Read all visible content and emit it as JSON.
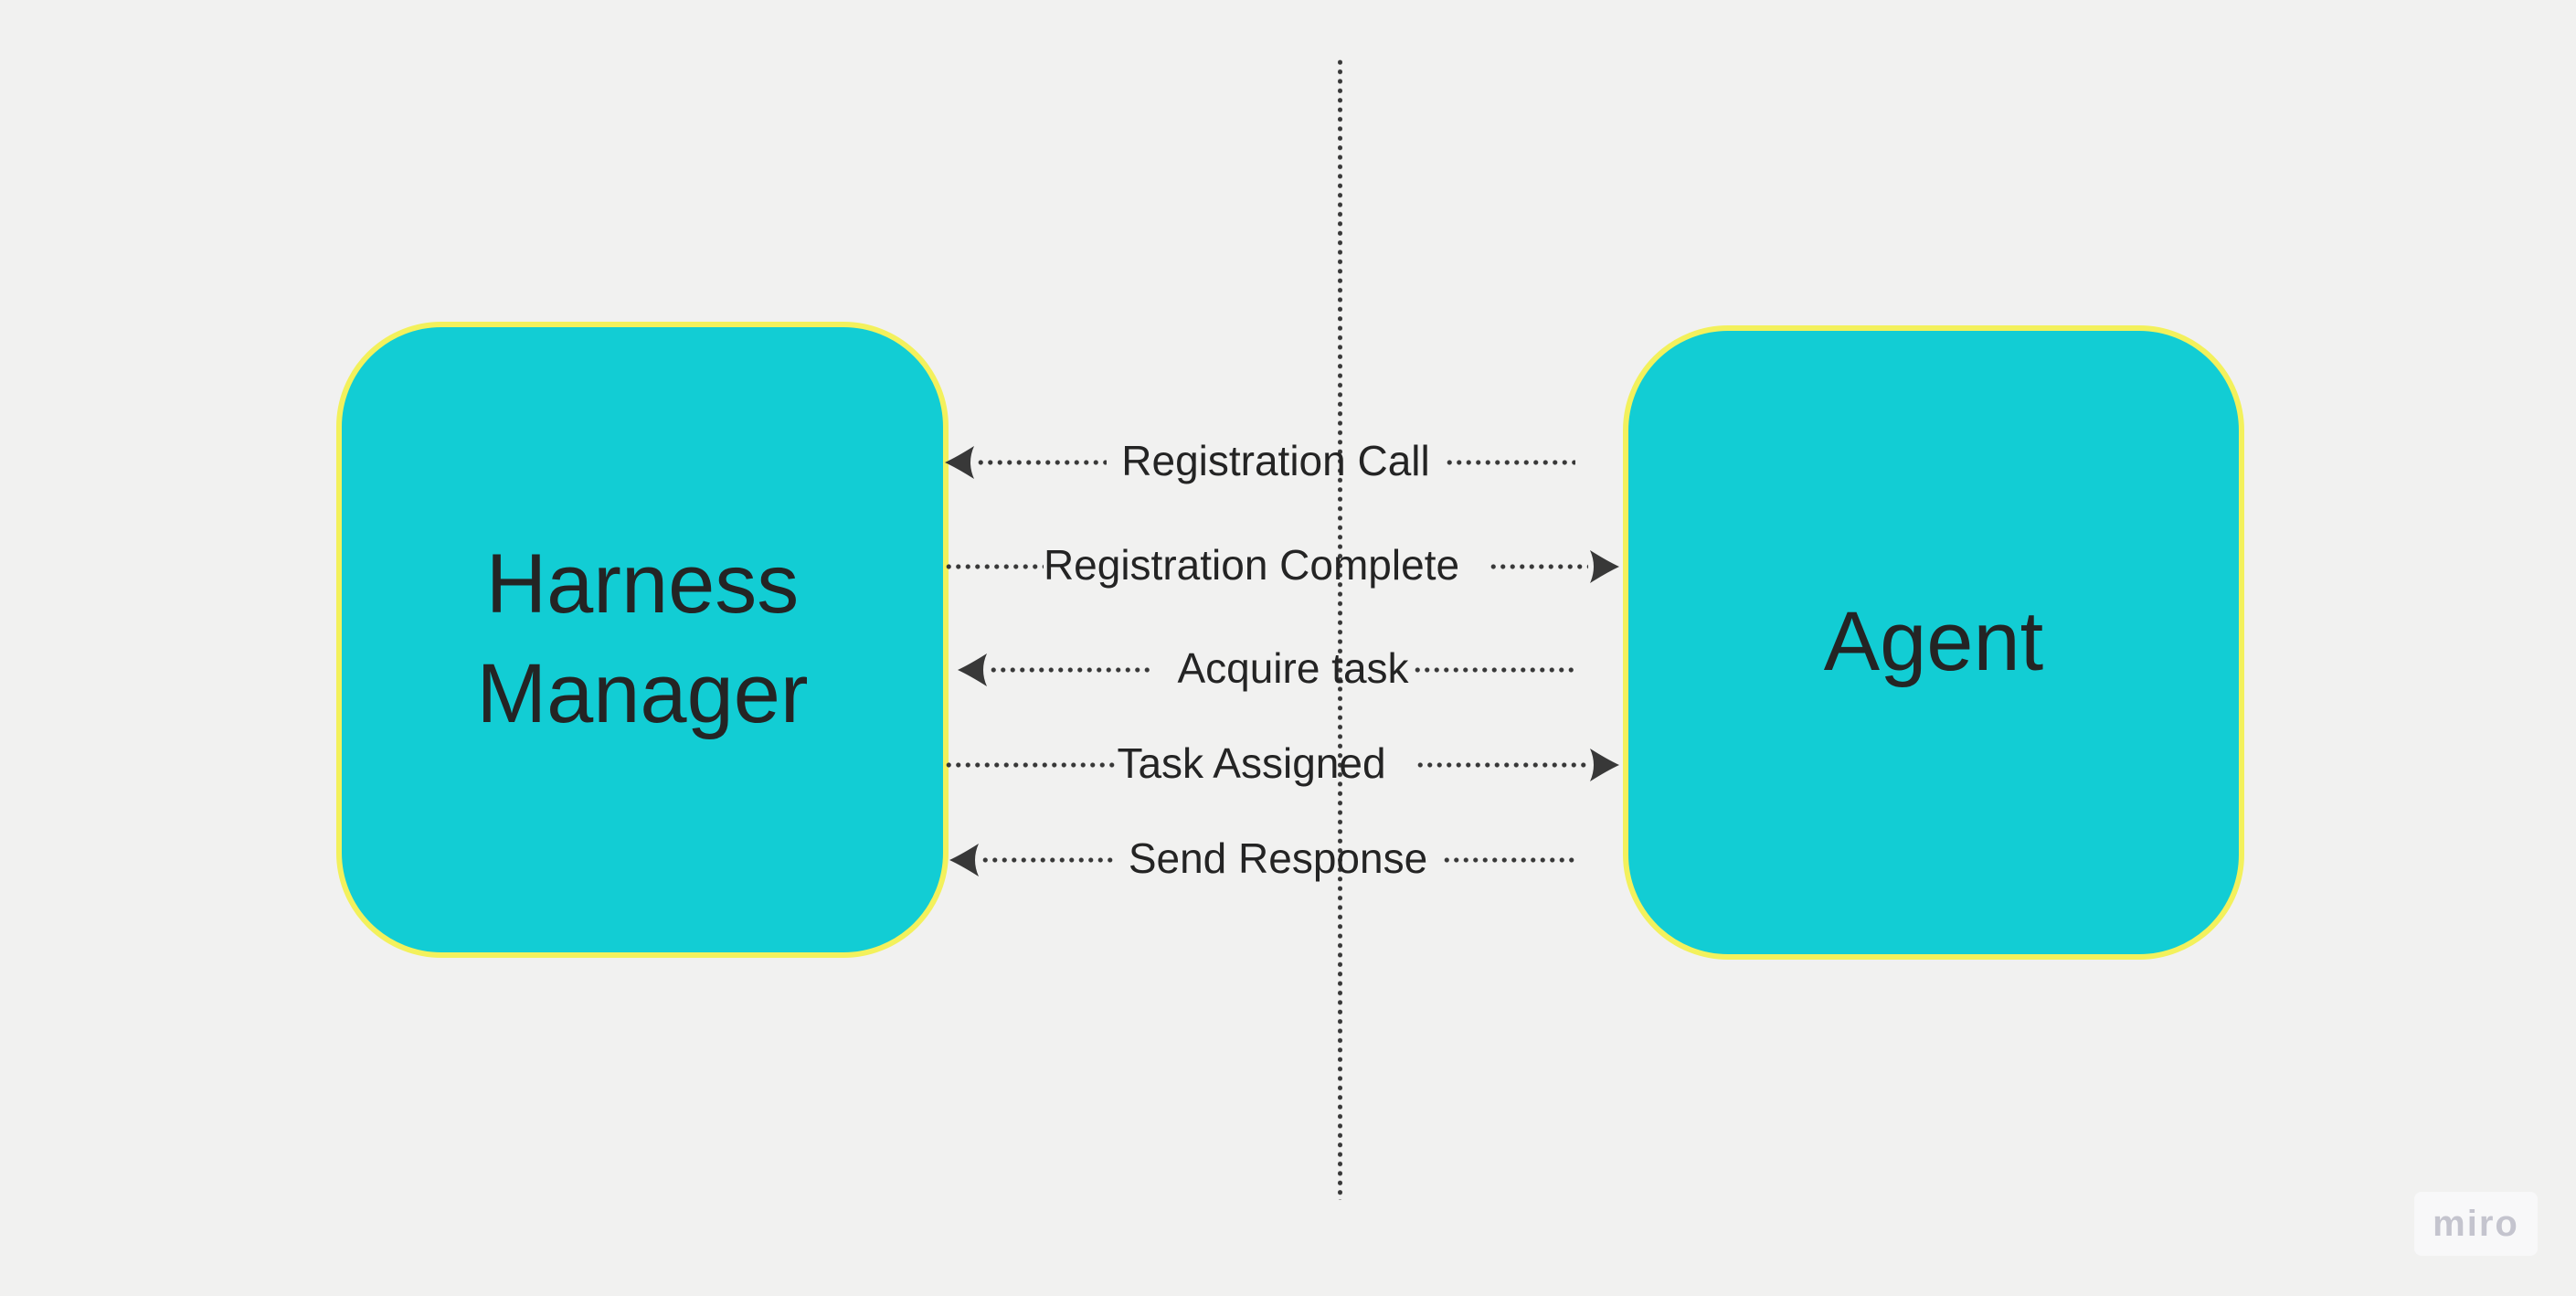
{
  "diagram": {
    "actors": [
      {
        "id": "harness-manager",
        "label": "Harness Manager"
      },
      {
        "id": "agent",
        "label": "Agent"
      }
    ],
    "messages": [
      {
        "label": "Registration Call",
        "direction": "to-harness-manager"
      },
      {
        "label": "Registration Complete",
        "direction": "to-agent"
      },
      {
        "label": "Acquire task",
        "direction": "to-harness-manager"
      },
      {
        "label": "Task Assigned",
        "direction": "to-agent"
      },
      {
        "label": "Send Response",
        "direction": "to-harness-manager"
      }
    ],
    "lifeline": {
      "style": "dotted-vertical"
    }
  },
  "colors": {
    "background": "#f1f1f0",
    "shape_fill": "#12cdd4",
    "shape_border": "#f3f15c",
    "connector": "#383838",
    "text": "#242424",
    "watermark_bg": "#f8f8f9",
    "watermark_text": "#c4c4ce"
  },
  "watermark": {
    "label": "miro"
  }
}
